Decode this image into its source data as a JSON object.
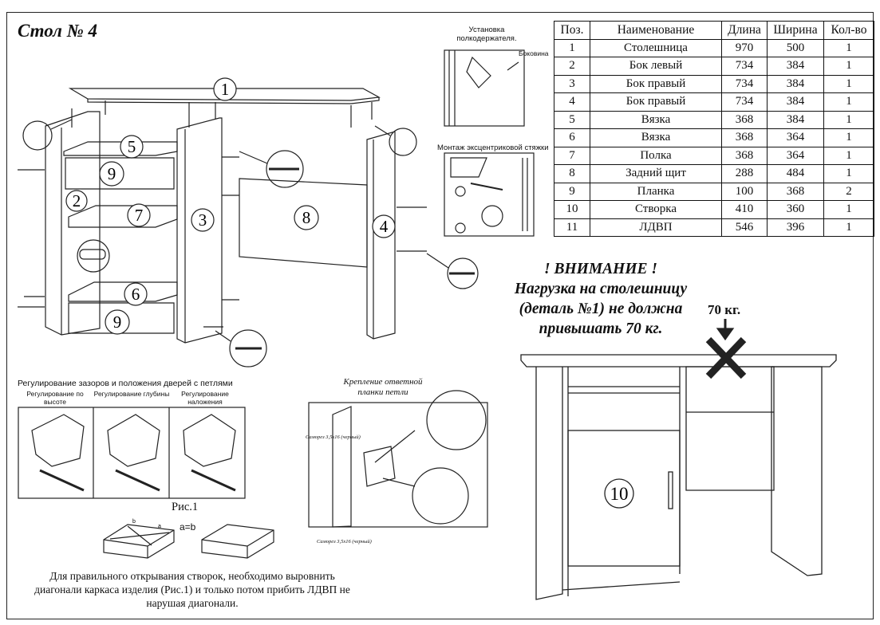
{
  "title": "Стол № 4",
  "table": {
    "headers": [
      "Поз.",
      "Наименование",
      "Длина",
      "Ширина",
      "Кол-во"
    ],
    "rows": [
      [
        "1",
        "Столешница",
        "970",
        "500",
        "1"
      ],
      [
        "2",
        "Бок левый",
        "734",
        "384",
        "1"
      ],
      [
        "3",
        "Бок правый",
        "734",
        "384",
        "1"
      ],
      [
        "4",
        "Бок правый",
        "734",
        "384",
        "1"
      ],
      [
        "5",
        "Вязка",
        "368",
        "384",
        "1"
      ],
      [
        "6",
        "Вязка",
        "368",
        "364",
        "1"
      ],
      [
        "7",
        "Полка",
        "368",
        "364",
        "1"
      ],
      [
        "8",
        "Задний щит",
        "288",
        "484",
        "1"
      ],
      [
        "9",
        "Планка",
        "100",
        "368",
        "2"
      ],
      [
        "10",
        "Створка",
        "410",
        "360",
        "1"
      ],
      [
        "11",
        "ЛДВП",
        "546",
        "396",
        "1"
      ]
    ]
  },
  "part_labels": [
    "1",
    "2",
    "3",
    "4",
    "5",
    "6",
    "7",
    "8",
    "9",
    "9",
    "10"
  ],
  "captions": {
    "shelf_holder": "Установка полкодержателя.",
    "side_wall": "Боковина",
    "eccentric": "Монтаж эксцентриковой стяжки",
    "hinge_title": "Регулирование зазоров и положения дверей с петлями",
    "adj_height": "Регулирование по высоте",
    "adj_depth": "Регулирование глубины",
    "adj_overlay": "Регулирование наложения",
    "strike_plate": "Крепление ответной планки петли",
    "screw_1": "Саморез 3,5х16 (черный)",
    "screw_2": "Саморез 3,5х16 (черный)",
    "fig": "Рис.1",
    "diag_a": "a",
    "diag_b": "b",
    "equation": "a=b"
  },
  "warning": {
    "head": "! ВНИМАНИЕ !",
    "body": "Нагрузка на столешницу (деталь №1) не должна привышать 70 кг.",
    "load": "70 кг."
  },
  "note": "Для правильного открывания створок, необходимо выровнить диагонали каркаса изделия (Рис.1) и только потом прибить ЛДВП не нарушая диагонали."
}
